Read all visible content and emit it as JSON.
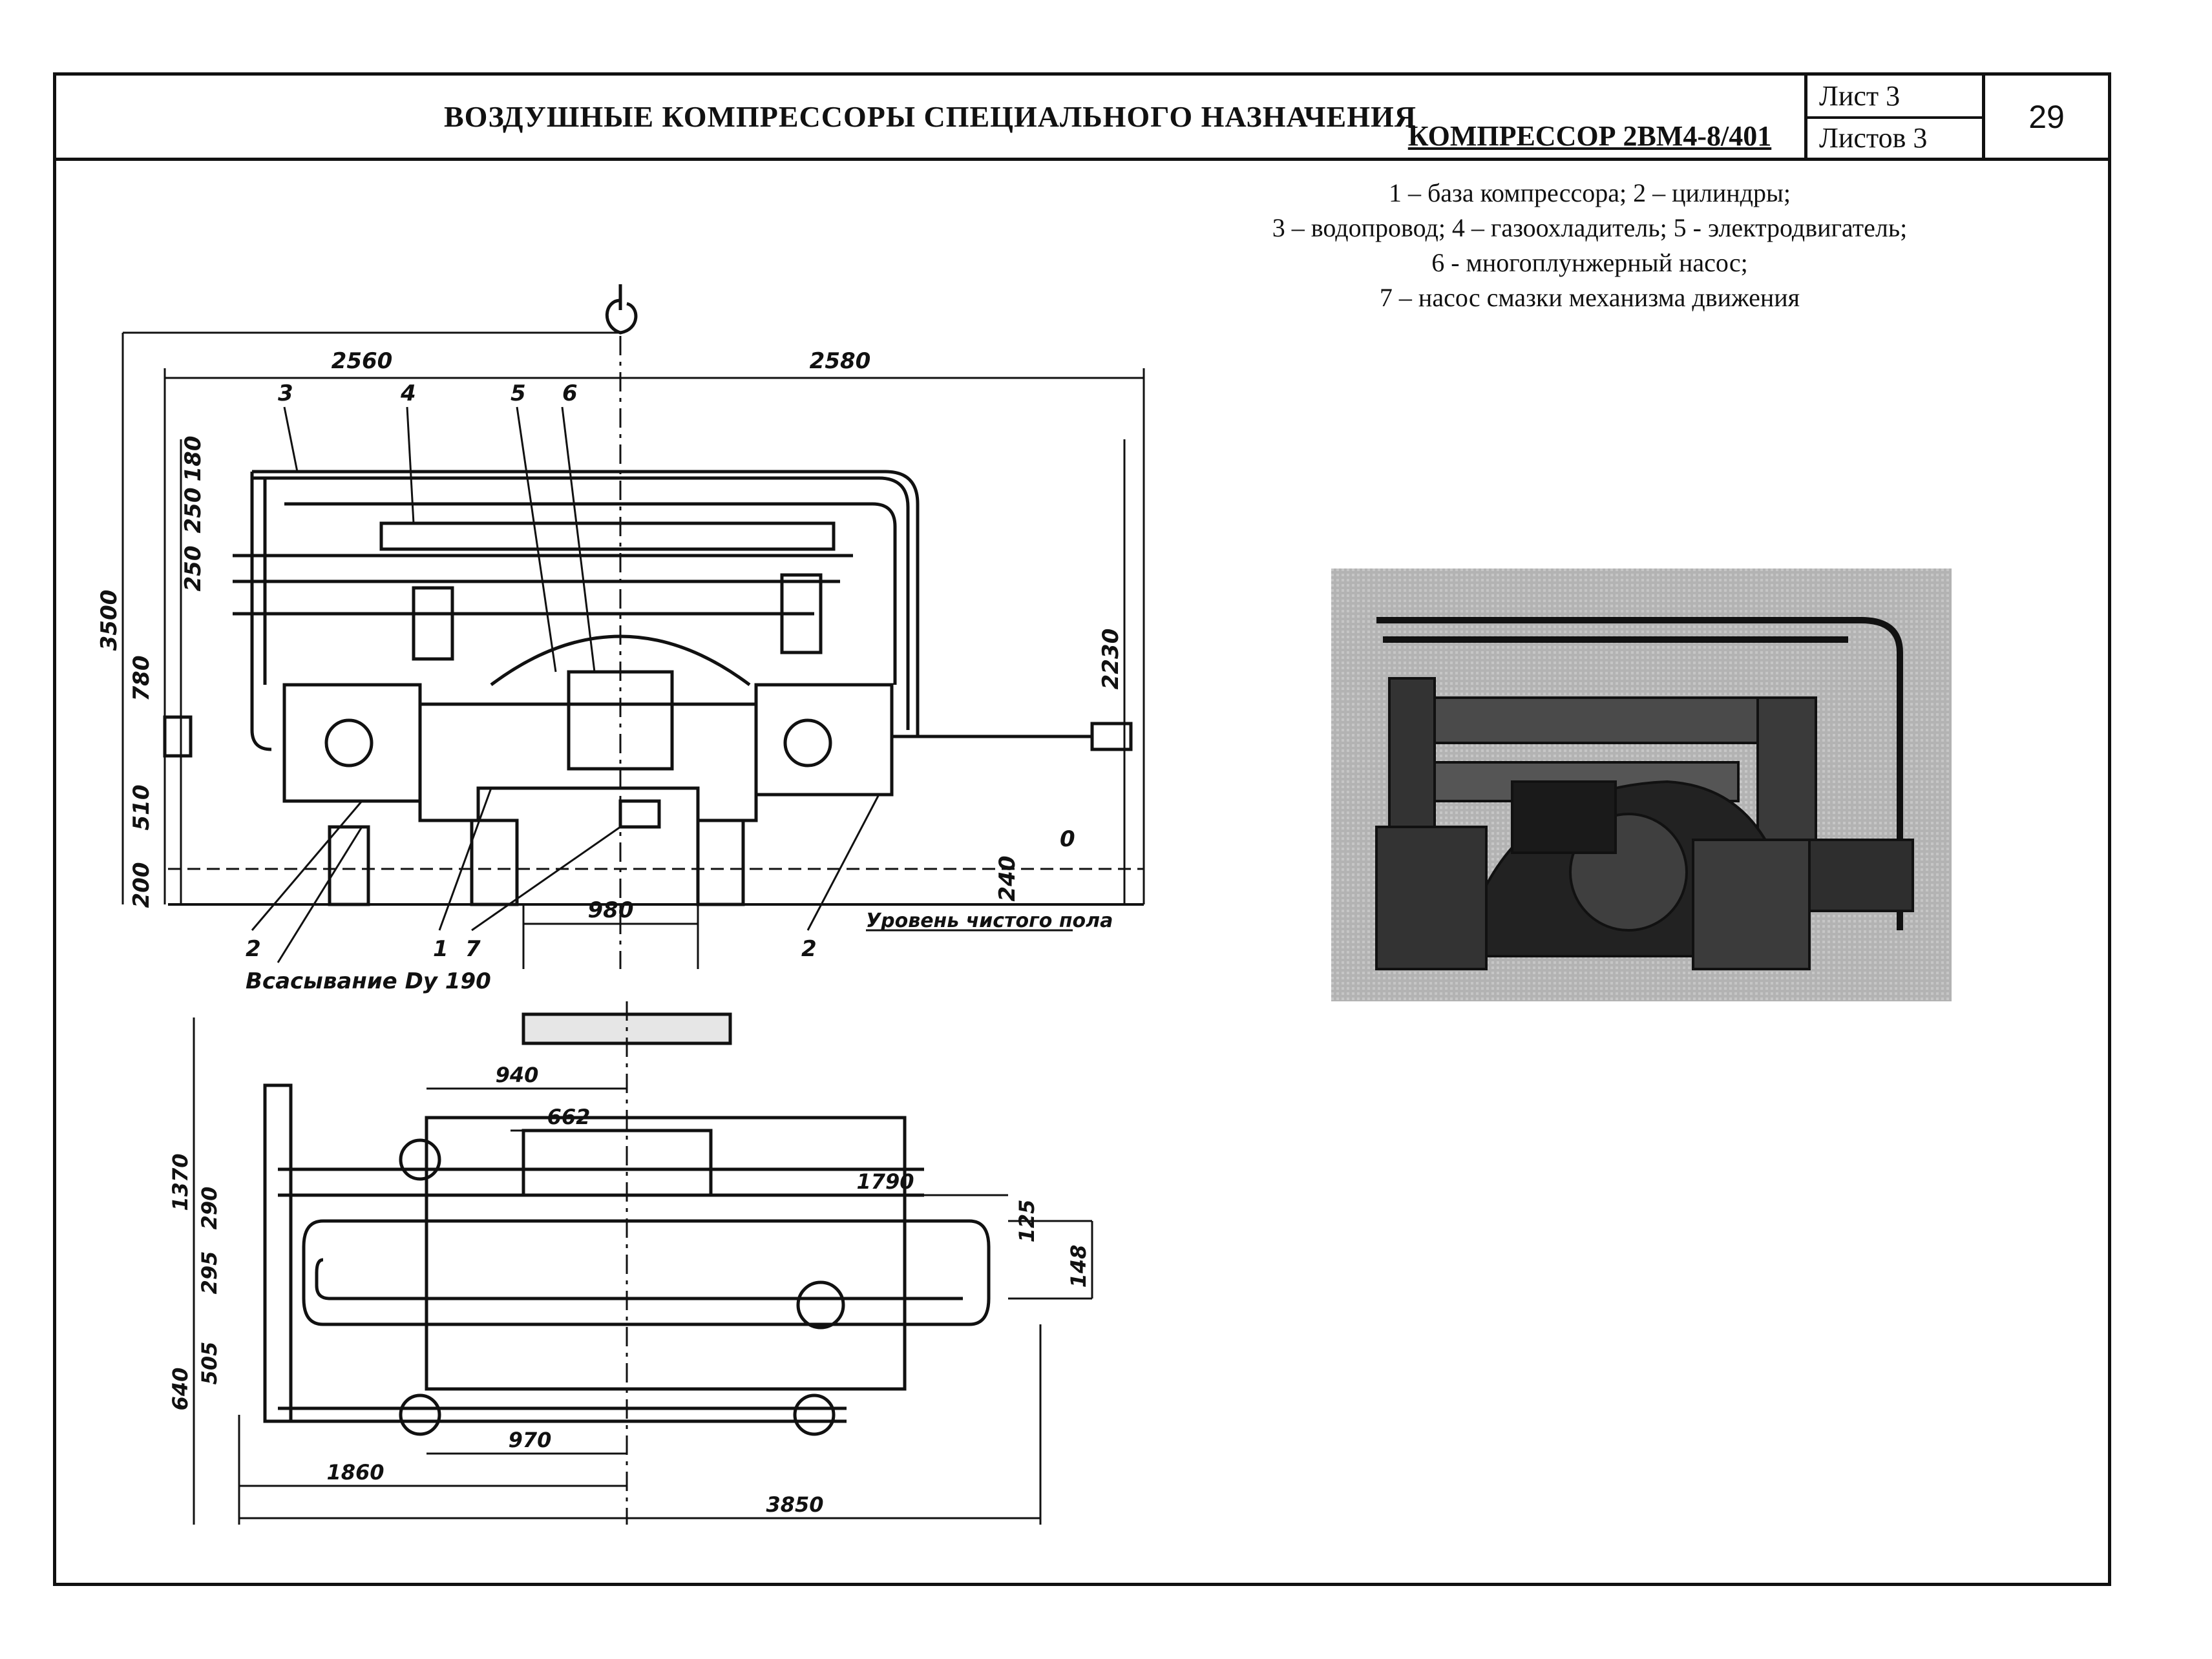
{
  "header": {
    "title": "ВОЗДУШНЫЕ КОМПРЕССОРЫ СПЕЦИАЛЬНОГО НАЗНАЧЕНИЯ",
    "sheet": "Лист 3",
    "sheets_total": "Листов 3",
    "page_number": "29"
  },
  "caption": {
    "title": "КОМПРЕССОР   2ВМ4-8/401",
    "lines": [
      "1 – база компрессора; 2 – цилиндры;",
      "3 – водопровод; 4 – газоохладитель; 5 - электродвигатель;",
      "6 - многоплунжерный насос;",
      "7 – насос смазки механизма движения"
    ]
  },
  "front_view": {
    "dims": {
      "left_width": "2560",
      "right_width": "2580",
      "total_height": "3500",
      "d180": "180",
      "d250a": "250",
      "d250b": "250",
      "d780": "780",
      "d510": "510",
      "d200": "200",
      "d2230": "2230",
      "d240": "240",
      "zero": "0",
      "d980": "980"
    },
    "callouts": [
      "3",
      "4",
      "5",
      "6",
      "2",
      "1",
      "7",
      "2"
    ],
    "floor_label": "Уровень чистого пола",
    "suction_label": "Всасывание Dy 190"
  },
  "plan_view": {
    "dims": {
      "d940": "940",
      "d662": "662",
      "d1790": "1790",
      "d1370": "1370",
      "d290": "290",
      "d295": "295",
      "d505": "505",
      "d640": "640",
      "d125": "125",
      "d148": "148",
      "d970": "970",
      "d1860": "1860",
      "d3850": "3850"
    }
  }
}
